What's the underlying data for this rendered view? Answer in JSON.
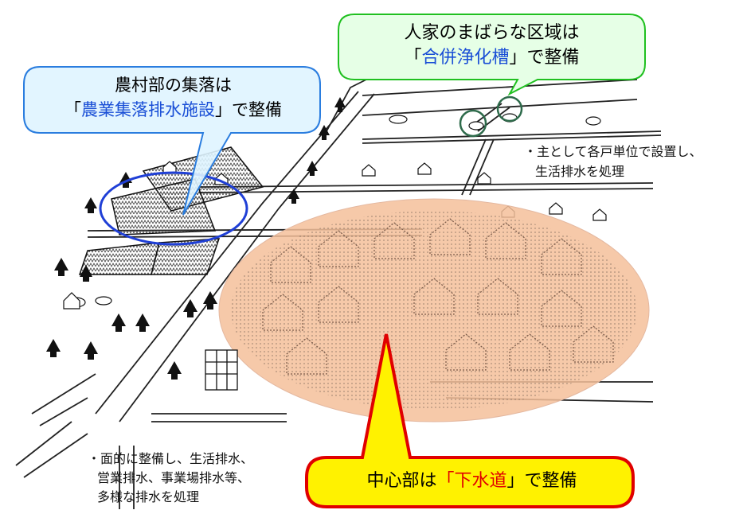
{
  "colors": {
    "green_fill": "#e6ffe6",
    "green_stroke": "#20c020",
    "blue_fill": "#dff4ff",
    "blue_stroke": "#2a7ddf",
    "yellow_fill": "#fff200",
    "red_stroke": "#e00000",
    "oval_fill": "#f5c09a",
    "blue_oval": "#1f3fd6",
    "accent_blue": "#1a4fd6",
    "accent_red": "#e10000"
  },
  "callouts": {
    "rural": {
      "line1": "農村部の集落は",
      "line2_prefix": "「",
      "line2_highlight": "農業集落排水施設",
      "line2_suffix": "」で整備"
    },
    "sparse": {
      "line1": "人家のまばらな区域は",
      "line2_prefix": "「",
      "line2_highlight": "合併浄化槽",
      "line2_suffix": "」で整備"
    },
    "center": {
      "prefix": "中心部は",
      "open": "「",
      "highlight": "下水道",
      "suffix": "」で整備"
    }
  },
  "notes": {
    "individual": {
      "line1": "・主として各戸単位で設置し、",
      "line2": "生活排水を処理"
    },
    "sewer": {
      "line1": "・面的に整備し、生活排水、",
      "line2": "営業排水、事業場排水等、",
      "line3": "多様な排水を処理"
    }
  },
  "icons": [
    "tree-icon",
    "house-icon",
    "car-icon",
    "building-icon",
    "field-plot-icon"
  ]
}
